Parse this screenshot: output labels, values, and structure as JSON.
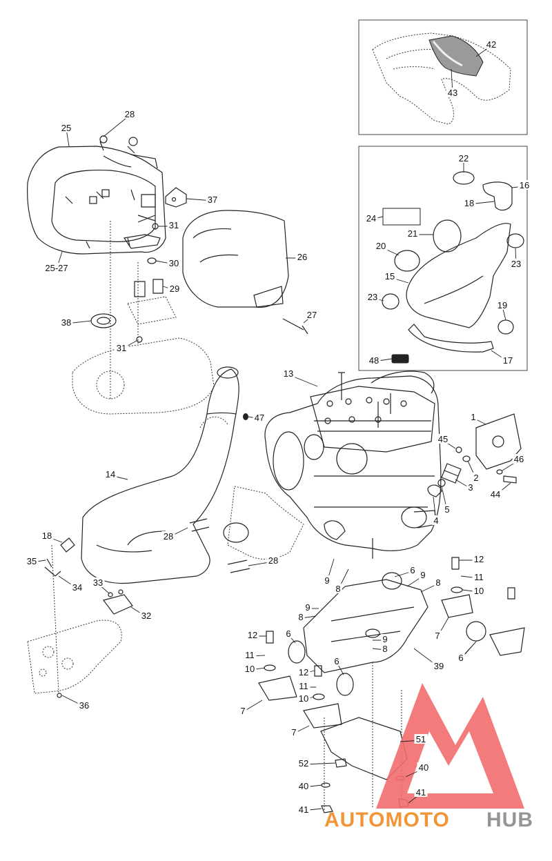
{
  "callouts": [
    {
      "id": "c42",
      "text": "42"
    },
    {
      "id": "c43",
      "text": "43"
    },
    {
      "id": "c22",
      "text": "22"
    },
    {
      "id": "c16",
      "text": "16"
    },
    {
      "id": "c18a",
      "text": "18"
    },
    {
      "id": "c24",
      "text": "24"
    },
    {
      "id": "c21",
      "text": "21"
    },
    {
      "id": "c20",
      "text": "20"
    },
    {
      "id": "c23a",
      "text": "23"
    },
    {
      "id": "c15",
      "text": "15"
    },
    {
      "id": "c23b",
      "text": "23"
    },
    {
      "id": "c19",
      "text": "19"
    },
    {
      "id": "c48",
      "text": "48"
    },
    {
      "id": "c17",
      "text": "17"
    },
    {
      "id": "c28a",
      "text": "28"
    },
    {
      "id": "c25",
      "text": "25"
    },
    {
      "id": "c37",
      "text": "37"
    },
    {
      "id": "c31a",
      "text": "31"
    },
    {
      "id": "c2527",
      "text": "25-27"
    },
    {
      "id": "c30",
      "text": "30"
    },
    {
      "id": "c29",
      "text": "29"
    },
    {
      "id": "c26",
      "text": "26"
    },
    {
      "id": "c38",
      "text": "38"
    },
    {
      "id": "c31b",
      "text": "31"
    },
    {
      "id": "c27",
      "text": "27"
    },
    {
      "id": "c13",
      "text": "13"
    },
    {
      "id": "c47",
      "text": "47"
    },
    {
      "id": "c1",
      "text": "1"
    },
    {
      "id": "c14",
      "text": "14"
    },
    {
      "id": "c45",
      "text": "45"
    },
    {
      "id": "c46",
      "text": "46"
    },
    {
      "id": "c2",
      "text": "2"
    },
    {
      "id": "c3",
      "text": "3"
    },
    {
      "id": "c44",
      "text": "44"
    },
    {
      "id": "c4",
      "text": "4"
    },
    {
      "id": "c5",
      "text": "5"
    },
    {
      "id": "c18b",
      "text": "18"
    },
    {
      "id": "c28b",
      "text": "28"
    },
    {
      "id": "c35",
      "text": "35"
    },
    {
      "id": "c28c",
      "text": "28"
    },
    {
      "id": "c34",
      "text": "34"
    },
    {
      "id": "c9a",
      "text": "9"
    },
    {
      "id": "c6a",
      "text": "6"
    },
    {
      "id": "c9b",
      "text": "9"
    },
    {
      "id": "c12a",
      "text": "12"
    },
    {
      "id": "c11a",
      "text": "11"
    },
    {
      "id": "c33",
      "text": "33"
    },
    {
      "id": "c8a",
      "text": "8"
    },
    {
      "id": "c8b",
      "text": "8"
    },
    {
      "id": "c10a",
      "text": "10"
    },
    {
      "id": "c32",
      "text": "32"
    },
    {
      "id": "c9c",
      "text": "9"
    },
    {
      "id": "c8c",
      "text": "8"
    },
    {
      "id": "c7a",
      "text": "7"
    },
    {
      "id": "c12b",
      "text": "12"
    },
    {
      "id": "c6b",
      "text": "6"
    },
    {
      "id": "c9d",
      "text": "9"
    },
    {
      "id": "c8d",
      "text": "8"
    },
    {
      "id": "c6c",
      "text": "6"
    },
    {
      "id": "c7b",
      "text": "7"
    },
    {
      "id": "c11b",
      "text": "11"
    },
    {
      "id": "c39",
      "text": "39"
    },
    {
      "id": "c10b",
      "text": "10"
    },
    {
      "id": "c12c",
      "text": "12"
    },
    {
      "id": "c6d",
      "text": "6"
    },
    {
      "id": "c11c",
      "text": "11"
    },
    {
      "id": "c36",
      "text": "36"
    },
    {
      "id": "c7c",
      "text": "7"
    },
    {
      "id": "c10c",
      "text": "10"
    },
    {
      "id": "c7d",
      "text": "7"
    },
    {
      "id": "c51",
      "text": "51"
    },
    {
      "id": "c52",
      "text": "52"
    },
    {
      "id": "c40a",
      "text": "40"
    },
    {
      "id": "c40b",
      "text": "40"
    },
    {
      "id": "c41a",
      "text": "41"
    },
    {
      "id": "c41b",
      "text": "41"
    }
  ],
  "watermark": {
    "brand_part1": "AUTOMOTO",
    "brand_part2": "HUB",
    "color_primary": "#f08a24",
    "color_secondary": "#8a8a8a",
    "logo_color": "#f26d6d"
  }
}
